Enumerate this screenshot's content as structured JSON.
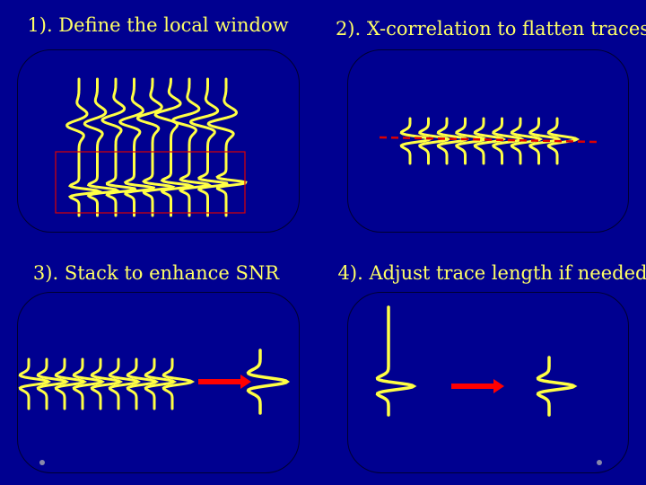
{
  "panels": [
    {
      "title": "1). Define the local window",
      "trace_count": 9
    },
    {
      "title": "2). X-correlation to flatten traces",
      "trace_count": 9
    },
    {
      "title": "3). Stack to enhance SNR",
      "trace_count": 9
    },
    {
      "title": "4). Adjust trace length if needed",
      "trace_count": 1
    }
  ],
  "colors": {
    "background": "#000090",
    "trace": "#ffff44",
    "window": "#dd0000",
    "arrow": "#ff0000",
    "title": "#ffff66"
  }
}
